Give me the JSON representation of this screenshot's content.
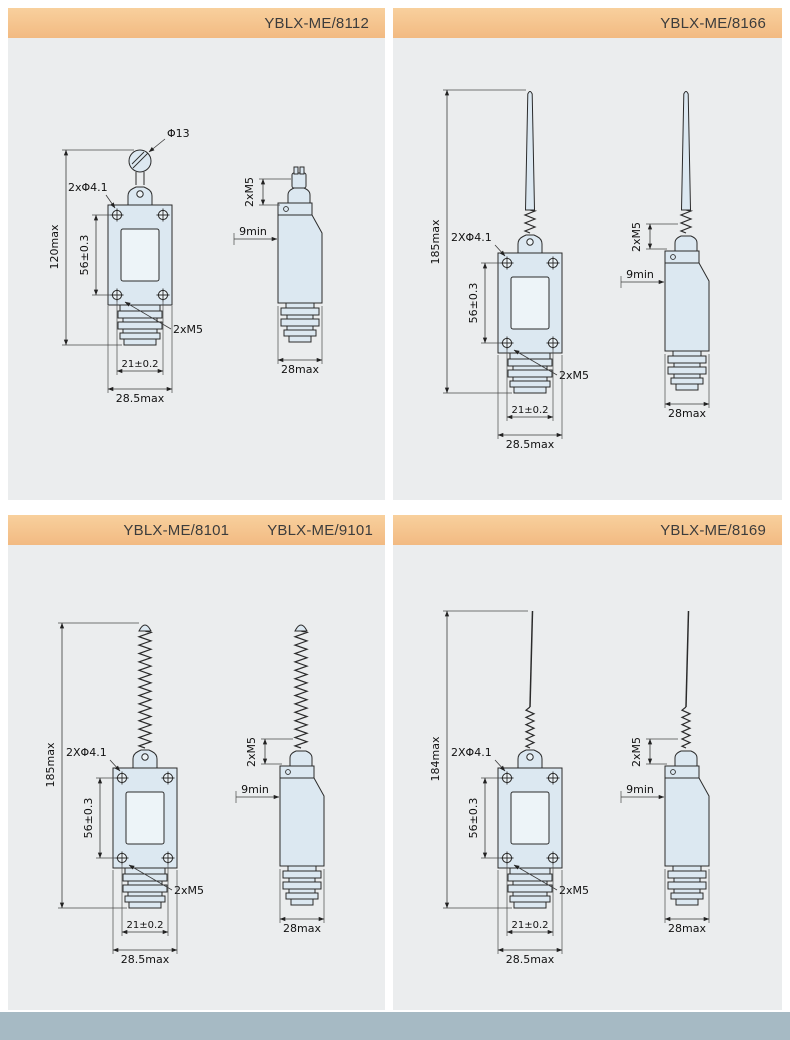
{
  "theme": {
    "header_gradient_top": "#f8d09d",
    "header_gradient_bottom": "#f2ba82",
    "panel_bg": "#ebedee",
    "footer_band": "#a6bac4"
  },
  "panels": [
    {
      "titles": [
        "YBLX-ME/8112"
      ],
      "front": {
        "roller_dia": "Φ13",
        "mount_holes": "2xΦ4.1",
        "overall_height": "120max",
        "body_height": "56±0.3",
        "conduit_thread": "2xM5",
        "hole_span": "21±0.2",
        "overall_width": "28.5max"
      },
      "side": {
        "thread": "2xM5",
        "thread_depth": "9min",
        "overall_depth": "28max"
      }
    },
    {
      "titles": [
        "YBLX-ME/8166"
      ],
      "front": {
        "mount_holes": "2XΦ4.1",
        "overall_height": "185max",
        "body_height": "56±0.3",
        "conduit_thread": "2xM5",
        "hole_span": "21±0.2",
        "overall_width": "28.5max"
      },
      "side": {
        "thread": "2xM5",
        "thread_depth": "9min",
        "overall_depth": "28max"
      }
    },
    {
      "titles": [
        "YBLX-ME/8101",
        "YBLX-ME/9101"
      ],
      "front": {
        "mount_holes": "2XΦ4.1",
        "overall_height": "185max",
        "body_height": "56±0.3",
        "conduit_thread": "2xM5",
        "hole_span": "21±0.2",
        "overall_width": "28.5max"
      },
      "side": {
        "thread": "2xM5",
        "thread_depth": "9min",
        "overall_depth": "28max"
      }
    },
    {
      "titles": [
        "YBLX-ME/8169"
      ],
      "front": {
        "mount_holes": "2XΦ4.1",
        "overall_height": "184max",
        "body_height": "56±0.3",
        "conduit_thread": "2xM5",
        "hole_span": "21±0.2",
        "overall_width": "28.5max"
      },
      "side": {
        "thread": "2xM5",
        "thread_depth": "9min",
        "overall_depth": "28max"
      }
    }
  ]
}
